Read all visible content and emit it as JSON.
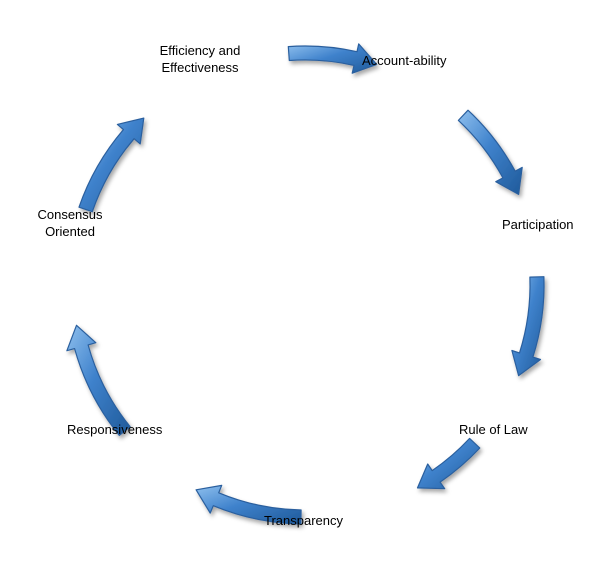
{
  "nodes": [
    {
      "id": "efficiency",
      "lines": [
        "Efficiency and",
        "Effectiveness"
      ]
    },
    {
      "id": "accountability",
      "lines": [
        "Account-ability"
      ]
    },
    {
      "id": "participation",
      "lines": [
        "Participation"
      ]
    },
    {
      "id": "rule-of-law",
      "lines": [
        "Rule of Law"
      ]
    },
    {
      "id": "transparency",
      "lines": [
        "Transparency"
      ]
    },
    {
      "id": "responsiveness",
      "lines": [
        "Responsiveness"
      ]
    },
    {
      "id": "consensus",
      "lines": [
        "Consensus",
        "Oriented"
      ]
    }
  ],
  "arrow_color": "#3c7fc8",
  "arrow_edge_color": "#2a5f9e"
}
